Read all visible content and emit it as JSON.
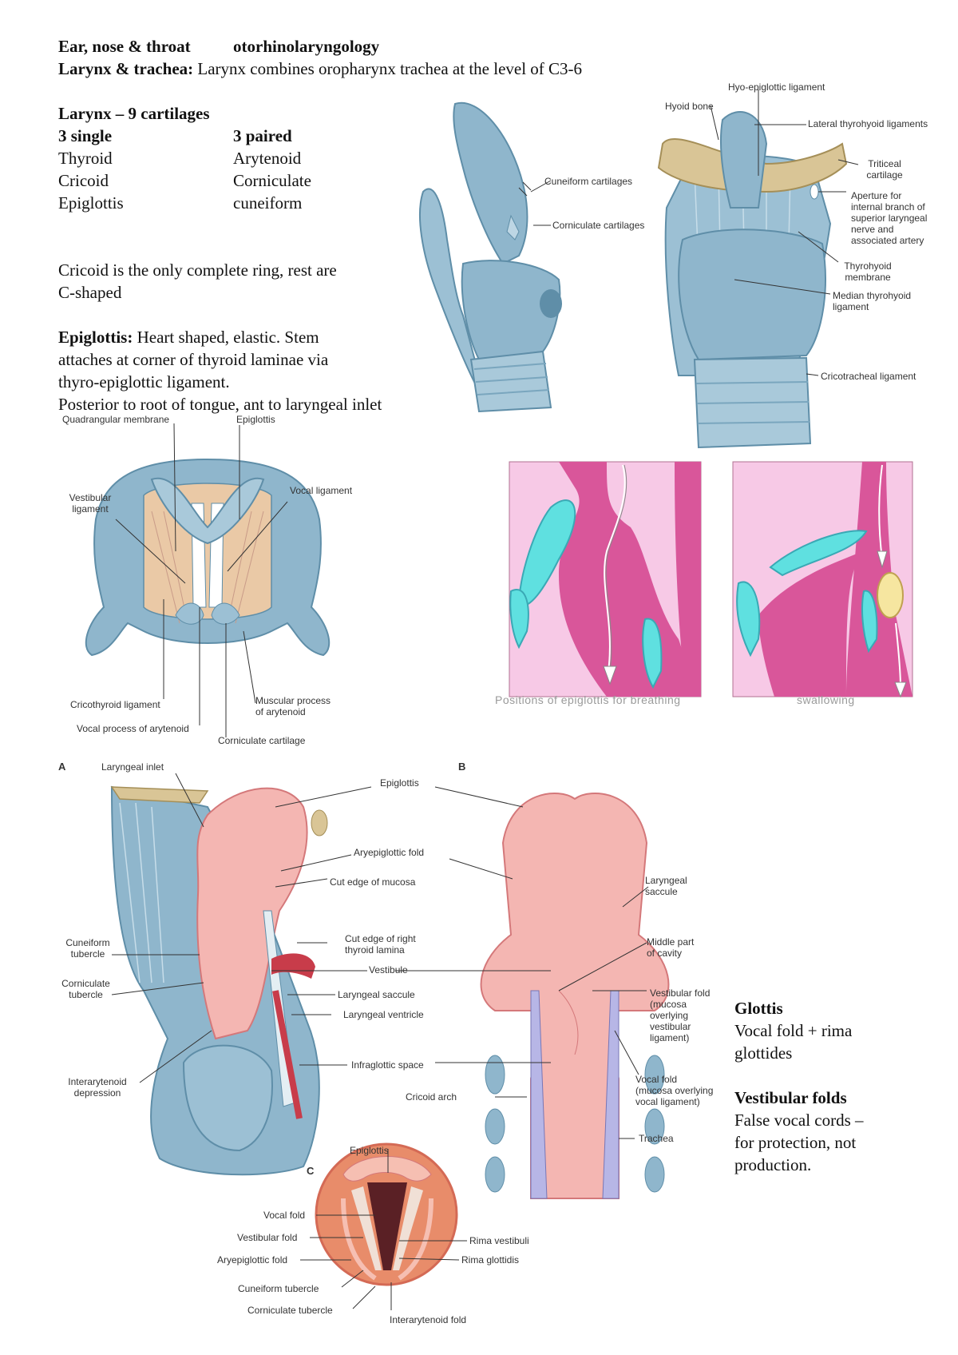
{
  "header": {
    "line1_a": "Ear, nose & throat",
    "line1_b": "otorhinolaryngology",
    "line2_bold": "Larynx & trachea:",
    "line2_text": "Larynx combines oropharynx trachea at the level of C3-6"
  },
  "cartilages": {
    "heading": "Larynx – 9 cartilages",
    "single_heading": "3 single",
    "paired_heading": "3 paired",
    "single": [
      "Thyroid",
      "Cricoid",
      "Epiglottis"
    ],
    "paired": [
      "Arytenoid",
      "Corniculate",
      "cuneiform"
    ]
  },
  "cricoid_note": [
    "Cricoid is the only complete ring, rest are",
    "C-shaped"
  ],
  "epiglottis": {
    "bold": "Epiglottis:",
    "line1": "Heart shaped, elastic. Stem",
    "line2": "attaches at corner of thyroid laminae via",
    "line3": "thyro-epiglottic ligament.",
    "line4": "Posterior to root of tongue, ant to laryngeal inlet"
  },
  "fig_cartilage_labels": {
    "cuneiform": "Cuneiform cartilages",
    "corniculate": "Corniculate cartilages",
    "hyo_epiglottic": "Hyo-epiglottic ligament",
    "hyoid": "Hyoid bone",
    "lateral_thyrohyoid": "Lateral thyrohyoid ligaments",
    "triticeal": [
      "Triticeal",
      "cartilage"
    ],
    "aperture": [
      "Aperture for",
      "internal branch of",
      "superior laryngeal",
      "nerve and",
      "associated artery"
    ],
    "thyrohyoid_membrane": [
      "Thyrohyoid",
      "membrane"
    ],
    "median_thyrohyoid": [
      "Median thyrohyoid",
      "ligament"
    ],
    "cricotracheal": "Cricotracheal ligament"
  },
  "fig_superior_labels": {
    "quadrangular": "Quadrangular membrane",
    "epiglottis": "Epiglottis",
    "vestibular_ligament": [
      "Vestibular",
      "ligament"
    ],
    "vocal_ligament": "Vocal ligament",
    "cricothyroid": "Cricothyroid ligament",
    "vocal_process": "Vocal process of arytenoid",
    "muscular_process": [
      "Muscular process",
      "of arytenoid"
    ],
    "corniculate": "Corniculate cartilage"
  },
  "fig_positions": {
    "caption_breathing": "Positions of epiglottis for breathing",
    "caption_swallowing": "swallowing"
  },
  "fig_section_labels": {
    "A": "A",
    "B": "B",
    "C": "C",
    "laryngeal_inlet": "Laryngeal inlet",
    "epiglottis": "Epiglottis",
    "aryepiglottic": "Aryepiglottic fold",
    "cut_mucosa": "Cut edge of mucosa",
    "cuneiform_tubercle": [
      "Cuneiform",
      "tubercle"
    ],
    "corniculate_tubercle": [
      "Corniculate",
      "tubercle"
    ],
    "cut_thyroid": [
      "Cut edge of right",
      "thyroid lamina"
    ],
    "vestibule": "Vestibule",
    "laryngeal_saccule": "Laryngeal saccule",
    "laryngeal_ventricle": "Laryngeal ventricle",
    "interarytenoid_depression": [
      "Interarytenoid",
      "depression"
    ],
    "infraglottic": "Infraglottic space",
    "cricoid_arch": "Cricoid arch",
    "b_laryngeal_saccule": [
      "Laryngeal",
      "saccule"
    ],
    "b_middle_part": [
      "Middle part",
      "of cavity"
    ],
    "b_vestibular_fold": [
      "Vestibular fold",
      "(mucosa",
      "overlying",
      "vestibular",
      "ligament)"
    ],
    "b_vocal_fold": [
      "Vocal fold",
      "(mucosa overlying",
      "vocal ligament)"
    ],
    "b_trachea": "Trachea"
  },
  "fig_c_labels": {
    "epiglottis": "Epiglottis",
    "vocal_fold": "Vocal fold",
    "vestibular_fold": "Vestibular fold",
    "aryepiglottic": "Aryepiglottic fold",
    "cuneiform": "Cuneiform tubercle",
    "corniculate": "Corniculate tubercle",
    "interarytenoid": "Interarytenoid fold",
    "rima_vestibuli": "Rima vestibuli",
    "rima_glottidis": "Rima glottidis"
  },
  "glottis": {
    "heading": "Glottis",
    "line1": "Vocal fold + rima",
    "line2": "glottides"
  },
  "vestibular_folds": {
    "heading": "Vestibular folds",
    "line1": "False vocal cords –",
    "line2": "for protection, not",
    "line3": "production."
  },
  "colors": {
    "cartilage_blue": "#8fb6cc",
    "cartilage_dark": "#5f8ea8",
    "hyoid_tan": "#d9c596",
    "mucosa_pink": "#f0a3a0",
    "breathing_bg": "#f7c9e6",
    "breathing_tissue": "#d9569a",
    "cartilage_cyan": "#5fe0e0"
  }
}
